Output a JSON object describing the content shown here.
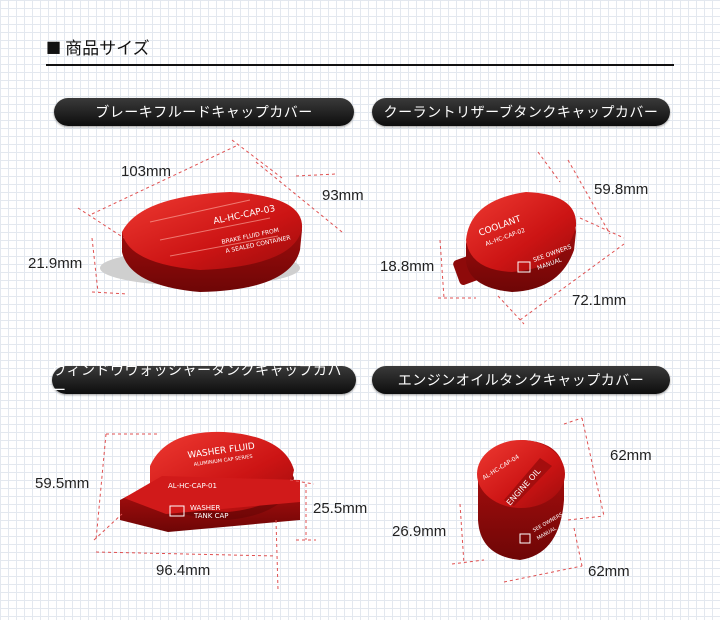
{
  "header": {
    "title": "商品サイズ",
    "bullet": "■"
  },
  "products": [
    {
      "label": "ブレーキフルードキャップカバー",
      "engraving": [
        "AL-HC-CAP-03",
        "BRAKE FLUID FROM",
        "A SEALED CONTAINER"
      ],
      "dims": {
        "width": "103mm",
        "depth": "93mm",
        "height": "21.9mm"
      }
    },
    {
      "label": "クーラントリザーブタンクキャップカバー",
      "engraving": [
        "COOLANT",
        "AL-HC-CAP-02",
        "SEE OWNERS",
        "MANUAL"
      ],
      "dims": {
        "width": "59.8mm",
        "depth": "72.1mm",
        "height": "18.8mm"
      }
    },
    {
      "label": "ウィンドウウォッシャータンクキャップカバー",
      "engraving": [
        "WASHER FLUID",
        "ALUMINIUM CAP SERIES",
        "AL-HC-CAP-01",
        "WASHER",
        "TANK CAP"
      ],
      "dims": {
        "width": "59.5mm",
        "depth": "96.4mm",
        "height": "25.5mm"
      }
    },
    {
      "label": "エンジンオイルタンクキャップカバー",
      "engraving": [
        "AL-HC-CAP-04",
        "ENGINE OIL",
        "SEE OWNERS",
        "MANUAL"
      ],
      "dims": {
        "width": "62mm",
        "depth": "62mm",
        "height": "26.9mm"
      }
    }
  ],
  "colors": {
    "cap_red": "#d11a1a",
    "cap_dark": "#8e0a0a",
    "dim_line": "#e05050",
    "pill_bg": "#111111"
  }
}
